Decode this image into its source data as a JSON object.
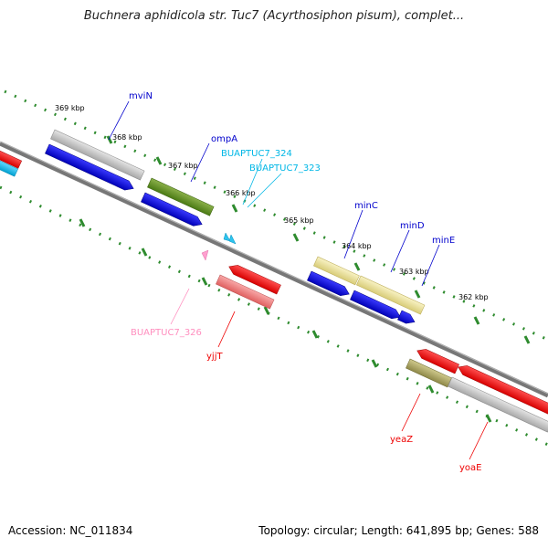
{
  "title": "Buchnera aphidicola str. Tuc7 (Acyrthosiphon pisum), complet...",
  "footer": {
    "accession": "Accession: NC_011834",
    "stats": "Topology: circular; Length: 641,895 bp; Genes: 588"
  },
  "colors": {
    "backbone": "#777777",
    "tick": "#2e8b2e",
    "forward_blue": "#0000cc",
    "cyan": "#00b7e6",
    "red": "#ee0000",
    "gray": "#bcbcbc",
    "olive_green": "#5a8a1e",
    "pale_yellow": "#ede49a",
    "pink": "#ff8fbf",
    "khaki": "#a8a25e",
    "salmon": "#ef7f7f"
  },
  "ticks": [
    "369 kbp",
    "368 kbp",
    "367 kbp",
    "366 kbp",
    "365 kbp",
    "364 kbp",
    "363 kbp",
    "362 kbp"
  ],
  "genes": [
    {
      "name": "mviN",
      "color": "#0000cc"
    },
    {
      "name": "ompA",
      "color": "#0000cc"
    },
    {
      "name": "BUAPTUC7_324",
      "color": "#00b7e6"
    },
    {
      "name": "BUAPTUC7_323",
      "color": "#00b7e6"
    },
    {
      "name": "minC",
      "color": "#0000cc"
    },
    {
      "name": "minD",
      "color": "#0000cc"
    },
    {
      "name": "minE",
      "color": "#0000cc"
    },
    {
      "name": "BUAPTUC7_326",
      "color": "#ff8fbf"
    },
    {
      "name": "yjjT",
      "color": "#ee0000"
    },
    {
      "name": "yeaZ",
      "color": "#ee0000"
    },
    {
      "name": "yoaE",
      "color": "#ee0000"
    }
  ]
}
